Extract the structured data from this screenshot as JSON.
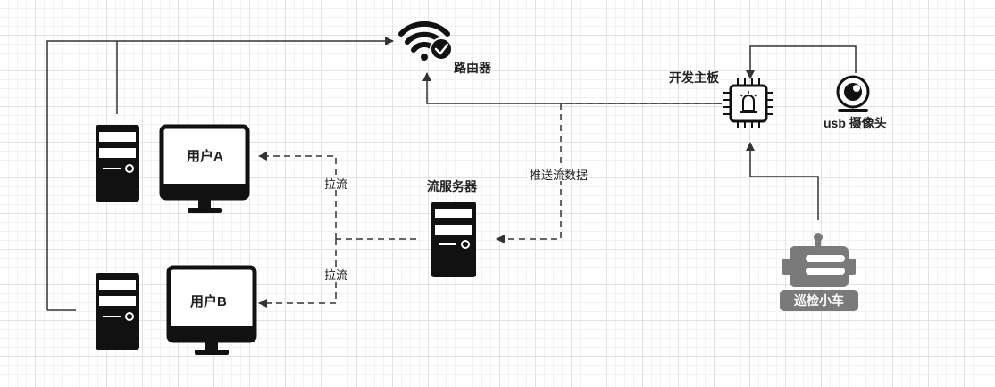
{
  "nodes": {
    "router": {
      "label": "路由器",
      "icon": "wifi-check-icon"
    },
    "board": {
      "label": "开发主板",
      "icon": "chip-alarm-icon"
    },
    "camera": {
      "label": "usb 摄像头",
      "icon": "webcam-icon"
    },
    "stream_server": {
      "label": "流服务器",
      "icon": "server-icon"
    },
    "user_a": {
      "label": "用户A",
      "icon": "monitor-icon"
    },
    "user_b": {
      "label": "用户B",
      "icon": "monitor-icon"
    },
    "robot": {
      "label": "巡检小车",
      "icon": "robot-icon"
    }
  },
  "edges": {
    "push": {
      "label": "推送流数据"
    },
    "pull_a": {
      "label": "拉流"
    },
    "pull_b": {
      "label": "拉流"
    }
  },
  "colors": {
    "line": "#333333",
    "icon": "#111111",
    "robot": "#7a7a7a",
    "grid": "#e2e2e2"
  }
}
